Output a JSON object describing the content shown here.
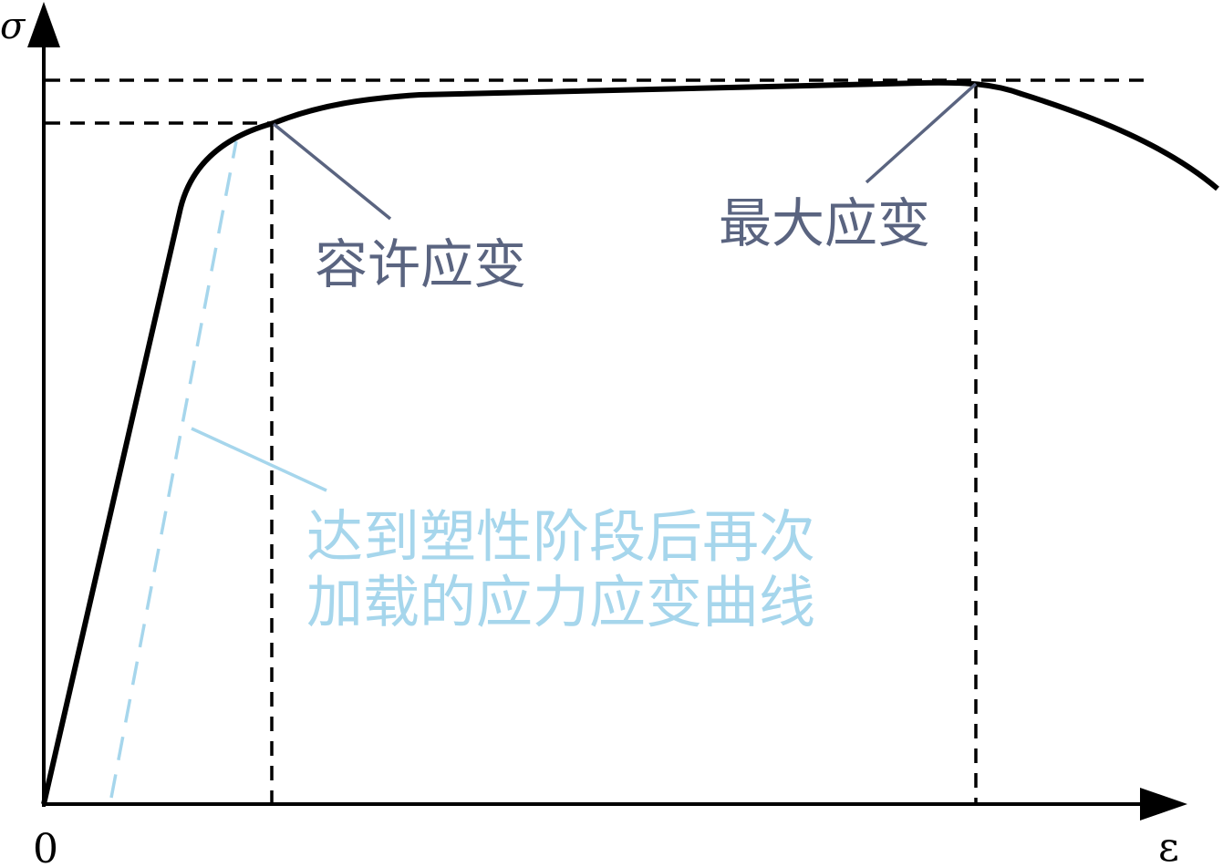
{
  "axes": {
    "y_label": "σ",
    "x_label": "ε",
    "origin_label": "0"
  },
  "annotations": {
    "allowable_strain": "容许应变",
    "max_strain": "最大应变",
    "reload_curve_line1": "达到塑性阶段后再次",
    "reload_curve_line2": "加载的应力应变曲线"
  },
  "colors": {
    "curve": "#000000",
    "leader": "#5a6480",
    "label_dark": "#5a6480",
    "reload": "#a6d6ec"
  }
}
